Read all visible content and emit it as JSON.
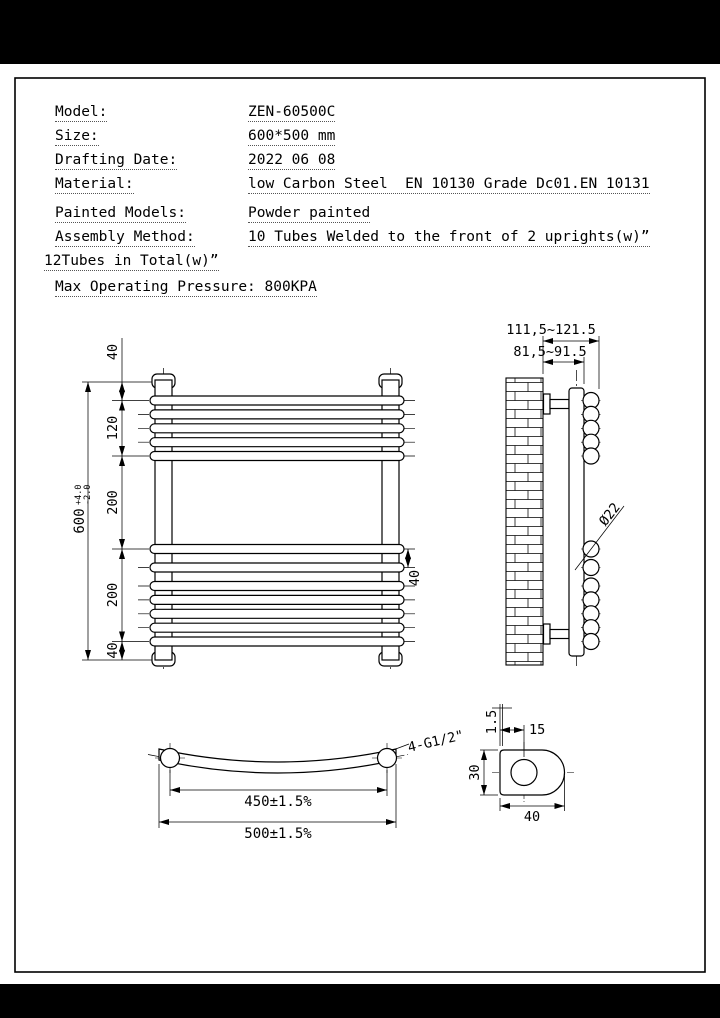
{
  "title_block": {
    "rows": [
      {
        "label": "Model:",
        "value": "ZEN-60500C"
      },
      {
        "label": "Size:",
        "value": "600*500 mm"
      },
      {
        "label": "Drafting Date:",
        "value": "2022 06 08"
      },
      {
        "label": "Material:",
        "value": "low Carbon Steel  EN 10130 Grade Dc01.EN 10131"
      },
      {
        "label": "Painted Models:",
        "value": "Powder painted"
      },
      {
        "label": "Assembly Method:",
        "value": "10 Tubes Welded to the front of 2 uprights(w)”"
      }
    ],
    "note": "12Tubes in Total(w)”",
    "pressure": "Max Operating Pressure: 800KPA"
  },
  "front_view": {
    "total_height": "600",
    "tol_plus": "+4.0",
    "tol_minus": "-2.0",
    "seg_top": "40",
    "seg_120": "120",
    "seg_200a": "200",
    "seg_200b": "200",
    "seg_bottom": "40",
    "mid_gap": "40"
  },
  "side_view": {
    "dim_wall_to_tube": "111,5~121.5",
    "dim_wall_to_upright": "81,5~91.5",
    "tube_diameter": "Ø22"
  },
  "plan_view": {
    "dim_centers": "450±1.5%",
    "dim_overall": "500±1.5%",
    "thread": "4-G1/2\""
  },
  "section_view": {
    "hole_offset": "15",
    "wall_thickness": "1.5",
    "height": "30",
    "width": "40"
  }
}
